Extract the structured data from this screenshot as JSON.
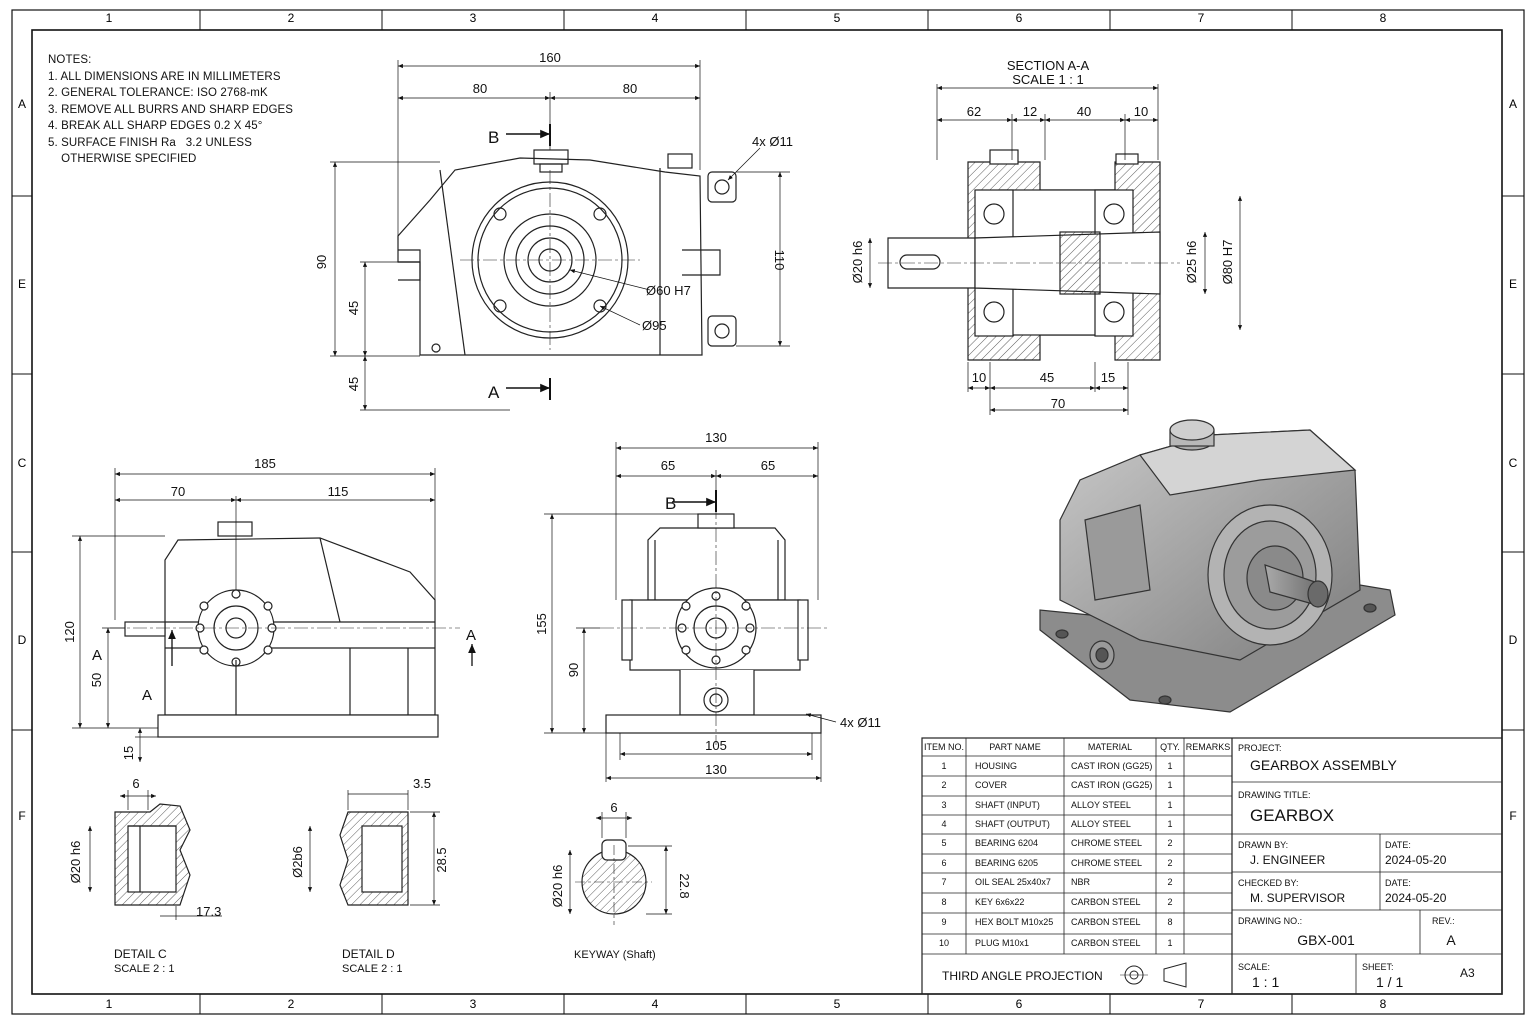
{
  "grid": {
    "columns": [
      "1",
      "2",
      "3",
      "4",
      "5",
      "6",
      "7",
      "8"
    ],
    "rows": [
      "A",
      "E",
      "C",
      "D",
      "F"
    ]
  },
  "notes": {
    "heading": "NOTES:",
    "items": [
      "1. ALL DIMENSIONS ARE IN MILLIMETERS",
      "2. GENERAL TOLERANCE: ISO 2768-mK",
      "3. REMOVE ALL BURRS AND SHARP EDGES",
      "4. BREAK ALL SHARP EDGES 0.2 X 45°",
      "5. SURFACE FINISH Ra   3.2 UNLESS",
      "    OTHERWISE SPECIFIED"
    ]
  },
  "front_view": {
    "dims": {
      "overall": "160",
      "left": "80",
      "right": "80",
      "height": "90",
      "half": "45",
      "base": "45",
      "side": "110",
      "bore": "Ø60 H7",
      "flange": "Ø95",
      "holes": "4x Ø11"
    },
    "section_b": "B",
    "section_a": "A"
  },
  "section_view": {
    "title": "SECTION A-A",
    "scale": "SCALE 1 : 1",
    "dims": {
      "d1": "62",
      "d2": "12",
      "d3": "40",
      "d4": "10",
      "b1": "10",
      "b2": "45",
      "b3": "15",
      "total": "70",
      "shaft": "Ø20 h6",
      "bearing": "Ø25 h6",
      "housing": "Ø80 H7"
    }
  },
  "side_view": {
    "dims": {
      "overall": "185",
      "left": "70",
      "right": "115",
      "height": "120",
      "axis": "50",
      "base": "15"
    },
    "marker_a": "A"
  },
  "end_view": {
    "dims": {
      "overall": "130",
      "left": "65",
      "right": "65",
      "height": "155",
      "axis": "90",
      "base_inner": "105",
      "base_outer": "130",
      "holes": "4x Ø11"
    },
    "marker_b": "B"
  },
  "details": {
    "c": {
      "title": "DETAIL C",
      "scale": "SCALE 2 : 1",
      "top": "6",
      "dia": "Ø20 h6",
      "bottom": "17.3"
    },
    "d": {
      "title": "DETAIL D",
      "scale": "SCALE 2 : 1",
      "top": "3.5",
      "dia": "Ø2b6",
      "right": "28.5"
    },
    "keyway": {
      "title": "KEYWAY (Shaft)",
      "top": "6",
      "dia": "Ø20 h6",
      "right": "22.8"
    }
  },
  "bom": {
    "headers": [
      "ITEM NO.",
      "PART NAME",
      "MATERIAL",
      "QTY.",
      "REMARKS"
    ],
    "rows": [
      [
        "1",
        "HOUSING",
        "CAST IRON (GG25)",
        "1"
      ],
      [
        "2",
        "COVER",
        "CAST IRON (GG25)",
        "1"
      ],
      [
        "3",
        "SHAFT (INPUT)",
        "ALLOY STEEL",
        "1"
      ],
      [
        "4",
        "SHAFT (OUTPUT)",
        "ALLOY STEEL",
        "1"
      ],
      [
        "5",
        "BEARING 6204",
        "CHROME STEEL",
        "2"
      ],
      [
        "6",
        "BEARING 6205",
        "CHROME STEEL",
        "2"
      ],
      [
        "7",
        "OIL SEAL 25x40x7",
        "NBR",
        "2"
      ],
      [
        "8",
        "KEY 6x6x22",
        "CARBON STEEL",
        "2"
      ],
      [
        "9",
        "HEX BOLT M10x25",
        "CARBON STEEL",
        "8"
      ],
      [
        "10",
        "PLUG M10x1",
        "CARBON STEEL",
        "1"
      ]
    ],
    "projection": "THIRD ANGLE PROJECTION"
  },
  "title_block": {
    "project_label": "PROJECT:",
    "project": "GEARBOX ASSEMBLY",
    "title_label": "DRAWING TITLE:",
    "title": "GEARBOX",
    "drawn_label": "DRAWN BY:",
    "drawn": "J. ENGINEER",
    "date_label": "DATE:",
    "drawn_date": "2024-05-20",
    "checked_label": "CHECKED BY:",
    "checked": "M. SUPERVISOR",
    "checked_date": "2024-05-20",
    "dwgno_label": "DRAWING NO.:",
    "dwgno": "GBX-001",
    "rev_label": "REV.:",
    "rev": "A",
    "scale_label": "SCALE:",
    "scale": "1 : 1",
    "sheet_label": "SHEET:",
    "sheet": "1 / 1",
    "size": "A3"
  }
}
